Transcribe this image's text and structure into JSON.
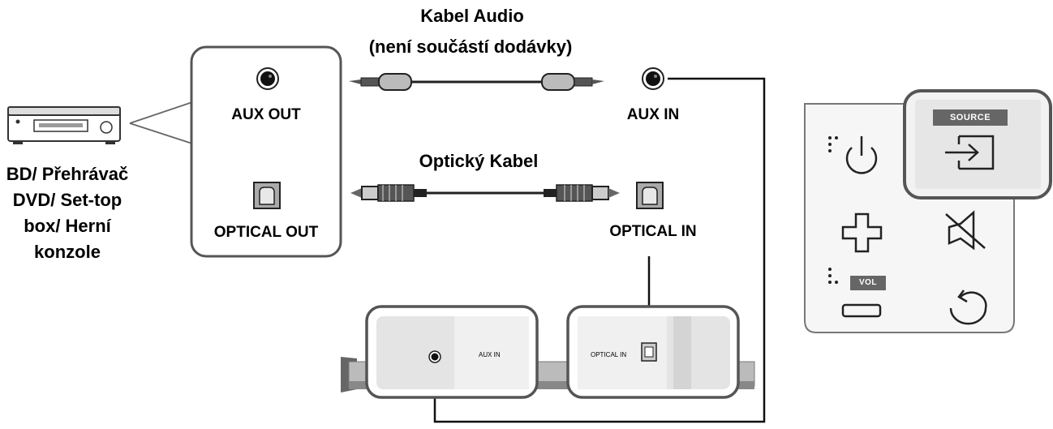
{
  "cables": {
    "audio_title": "Kabel Audio",
    "audio_subtitle": "(není součástí dodávky)",
    "optical_title": "Optický Kabel"
  },
  "source_device": {
    "label_line1": "BD/ Přehrávač",
    "label_line2": "DVD/ Set-top",
    "label_line3": "box/ Herní",
    "label_line4": "konzole",
    "aux_out": "AUX OUT",
    "optical_out": "OPTICAL OUT"
  },
  "soundbar_inputs": {
    "aux_in": "AUX IN",
    "optical_in": "OPTICAL IN"
  },
  "unit_panel": {
    "aux_in_small": "AUX IN",
    "optical_in_small": "OPTICAL IN"
  },
  "remote": {
    "source_label": "SOURCE",
    "vol_label": "VOL"
  }
}
